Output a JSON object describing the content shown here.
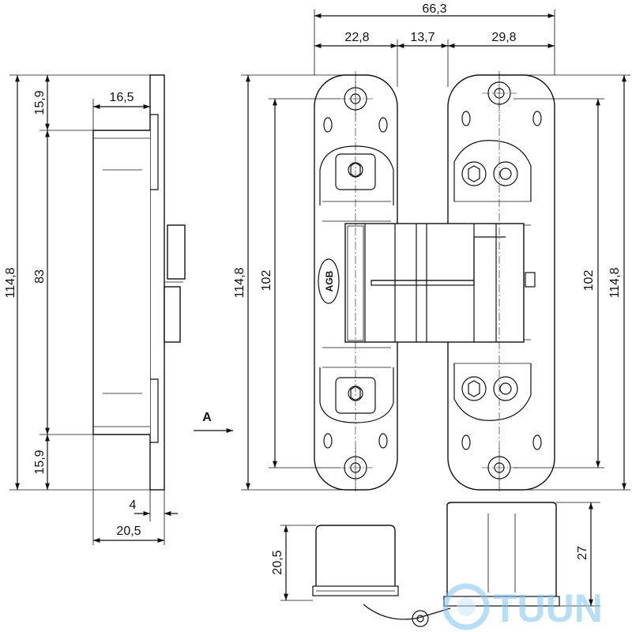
{
  "dimensions": {
    "side_total_height": "114,8",
    "side_top_offset": "15,9",
    "side_body_height": "83",
    "side_bottom_offset": "15,9",
    "side_plate_depth": "16,5",
    "side_flange": "4",
    "side_total_depth": "20,5",
    "front_total_width": "66,3",
    "front_left_width": "22,8",
    "front_gap": "13,7",
    "front_right_width": "29,8",
    "front_left_total_height": "114,8",
    "front_left_inner_height": "102",
    "front_right_inner_height": "102",
    "front_right_total_height": "114,8",
    "bottom_left_height": "20,5",
    "bottom_right_height": "27"
  },
  "view_marker": "A",
  "brand_mark": "AGB",
  "watermark": "TUUN"
}
